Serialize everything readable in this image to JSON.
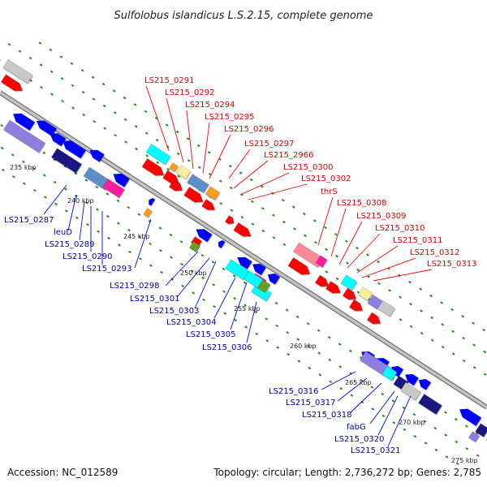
{
  "title": "Sulfolobus islandicus L.S.2.15, complete genome",
  "footer": {
    "accession": "Accession: NC_012589",
    "topology": "Topology: circular; Length: 2,736,272 bp; Genes: 2,785"
  },
  "colors": {
    "red": "#ff0000",
    "blue": "#0000ff",
    "cyan": "#00ffff",
    "magenta": "#ff1fa0",
    "gray": "#c8c8c8",
    "purple": "#8c7fe0",
    "navy": "#1c1880",
    "steel": "#5c8fc9",
    "orange": "#ff9d1a",
    "green": "#6e9b2a",
    "yellow": "#f5ef9a",
    "pink": "#ff8a95",
    "backbone": "#999999",
    "tickmark": "#1e8c1e"
  },
  "ticks": [
    "235 kbp",
    "240 kbp",
    "245 kbp",
    "250 kbp",
    "255 kbp",
    "260 kbp",
    "265 kbp",
    "270 kbp",
    "275 kbp"
  ],
  "red_labels": [
    "LS215_0291",
    "LS215_0292",
    "LS215_0294",
    "LS215_0295",
    "LS215_0296",
    "LS215_0297",
    "LS215_2966",
    "LS215_0300",
    "LS215_0302",
    "thrS",
    "LS215_0308",
    "LS215_0309",
    "LS215_0310",
    "LS215_0311",
    "LS215_0312",
    "LS215_0313"
  ],
  "blue_labels": [
    "LS215_0287",
    "leuD",
    "LS215_0289",
    "LS215_0290",
    "LS215_0293",
    "LS215_0298",
    "LS215_0301",
    "LS215_0303",
    "LS215_0304",
    "LS215_0305",
    "LS215_0306",
    "LS215_0316",
    "LS215_0317",
    "LS215_0318",
    "fabG",
    "LS215_0320",
    "LS215_0321"
  ]
}
